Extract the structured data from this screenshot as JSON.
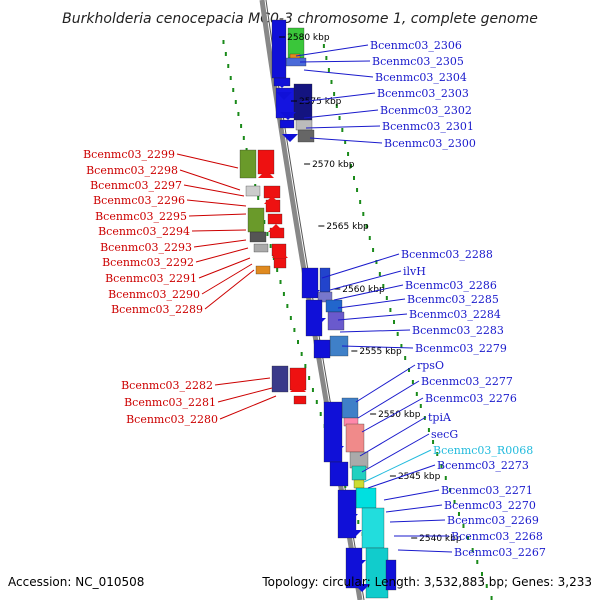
{
  "title": "Burkholderia cenocepacia MC0-3 chromosome 1, complete genome",
  "footer": {
    "accession": "Accession: NC_010508",
    "topology": "Topology: circular; Length: 3,532,883 bp; Genes: 3,233"
  },
  "colors": {
    "forward_label": "#1a1acc",
    "reverse_label": "#cc0000",
    "rna_label": "#22bbdd",
    "backbone": "#888888",
    "tick": "#118811"
  },
  "kbp_marks": [
    "2580 kbp",
    "2575 kbp",
    "2570 kbp",
    "2565 kbp",
    "2560 kbp",
    "2555 kbp",
    "2550 kbp",
    "2545 kbp",
    "2540 kbp"
  ],
  "right_labels": [
    {
      "text": "Bcenmc03_2306",
      "kind": "gene"
    },
    {
      "text": "Bcenmc03_2305",
      "kind": "gene"
    },
    {
      "text": "Bcenmc03_2304",
      "kind": "gene"
    },
    {
      "text": "Bcenmc03_2303",
      "kind": "gene"
    },
    {
      "text": "Bcenmc03_2302",
      "kind": "gene"
    },
    {
      "text": "Bcenmc03_2301",
      "kind": "gene"
    },
    {
      "text": "Bcenmc03_2300",
      "kind": "gene"
    },
    {
      "text": "Bcenmc03_2288",
      "kind": "gene"
    },
    {
      "text": "ilvH",
      "kind": "gene"
    },
    {
      "text": "Bcenmc03_2286",
      "kind": "gene"
    },
    {
      "text": "Bcenmc03_2285",
      "kind": "gene"
    },
    {
      "text": "Bcenmc03_2284",
      "kind": "gene"
    },
    {
      "text": "Bcenmc03_2283",
      "kind": "gene"
    },
    {
      "text": "Bcenmc03_2279",
      "kind": "gene"
    },
    {
      "text": "rpsO",
      "kind": "gene"
    },
    {
      "text": "Bcenmc03_2277",
      "kind": "gene"
    },
    {
      "text": "Bcenmc03_2276",
      "kind": "gene"
    },
    {
      "text": "tpiA",
      "kind": "gene"
    },
    {
      "text": "secG",
      "kind": "gene"
    },
    {
      "text": "Bcenmc03_R0068",
      "kind": "rna"
    },
    {
      "text": "Bcenmc03_2273",
      "kind": "gene"
    },
    {
      "text": "Bcenmc03_2271",
      "kind": "gene"
    },
    {
      "text": "Bcenmc03_2270",
      "kind": "gene"
    },
    {
      "text": "Bcenmc03_2269",
      "kind": "gene"
    },
    {
      "text": "Bcenmc03_2268",
      "kind": "gene"
    },
    {
      "text": "Bcenmc03_2267",
      "kind": "gene"
    }
  ],
  "left_labels": [
    {
      "text": "Bcenmc03_2299"
    },
    {
      "text": "Bcenmc03_2298"
    },
    {
      "text": "Bcenmc03_2297"
    },
    {
      "text": "Bcenmc03_2296"
    },
    {
      "text": "Bcenmc03_2295"
    },
    {
      "text": "Bcenmc03_2294"
    },
    {
      "text": "Bcenmc03_2293"
    },
    {
      "text": "Bcenmc03_2292"
    },
    {
      "text": "Bcenmc03_2291"
    },
    {
      "text": "Bcenmc03_2290"
    },
    {
      "text": "Bcenmc03_2289"
    },
    {
      "text": "Bcenmc03_2282"
    },
    {
      "text": "Bcenmc03_2281"
    },
    {
      "text": "Bcenmc03_2280"
    }
  ]
}
